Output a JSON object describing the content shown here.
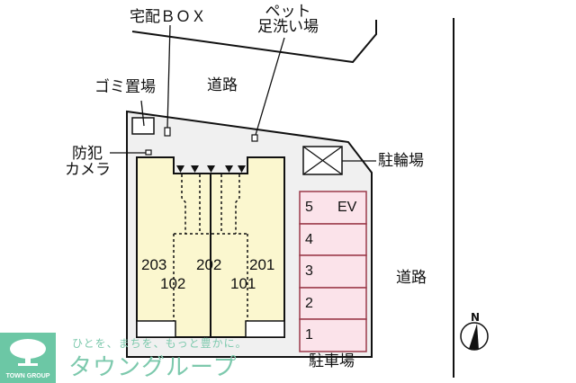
{
  "labels": {
    "delivery_box": "宅配ＢＯＸ",
    "pet_wash_line1": "ペット",
    "pet_wash_line2": "足洗い場",
    "garbage": "ゴミ置場",
    "road_top": "道路",
    "camera_line1": "防犯",
    "camera_line2": "カメラ",
    "bicycle": "駐輪場",
    "road_right": "道路",
    "parking": "駐車場",
    "north": "N"
  },
  "units": [
    {
      "id": "203",
      "label": "203"
    },
    {
      "id": "202",
      "label": "202"
    },
    {
      "id": "201",
      "label": "201"
    },
    {
      "id": "102",
      "label": "102"
    },
    {
      "id": "101",
      "label": "101"
    }
  ],
  "parking_spaces": [
    {
      "number": "5",
      "note": "EV"
    },
    {
      "number": "4",
      "note": ""
    },
    {
      "number": "3",
      "note": ""
    },
    {
      "number": "2",
      "note": ""
    },
    {
      "number": "1",
      "note": ""
    }
  ],
  "logo": {
    "badge": "TOWN GROUP",
    "tagline": "ひとを、まちを、もっと豊かに。",
    "brand": "タウングループ"
  },
  "colors": {
    "site": "#f0f0f0",
    "building": "#fbf7cf",
    "parking": "#fbe3ea",
    "parking_border": "#9b3a4a",
    "logo": "#6cc7a5"
  }
}
